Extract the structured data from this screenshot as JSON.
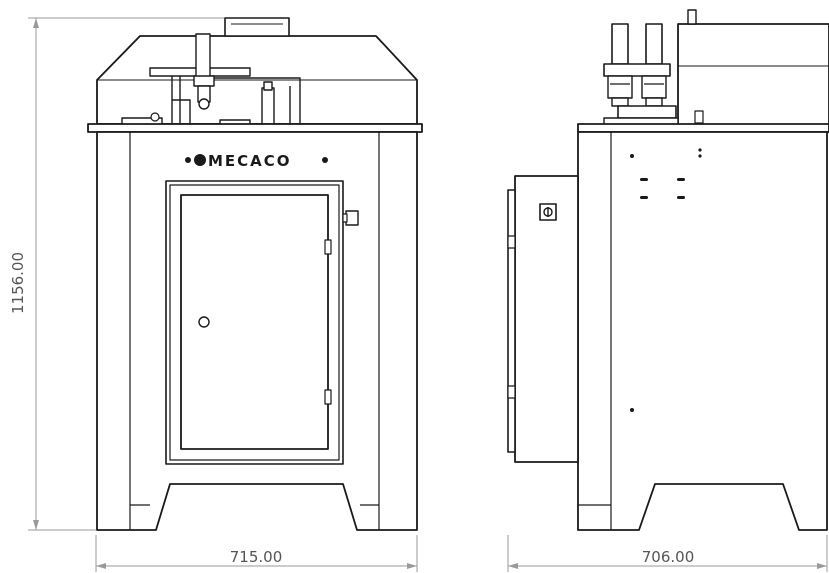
{
  "drawing": {
    "brand": "MECACO",
    "dimensions": {
      "height": "1156.00",
      "front_width": "715.00",
      "side_width": "706.00"
    }
  }
}
